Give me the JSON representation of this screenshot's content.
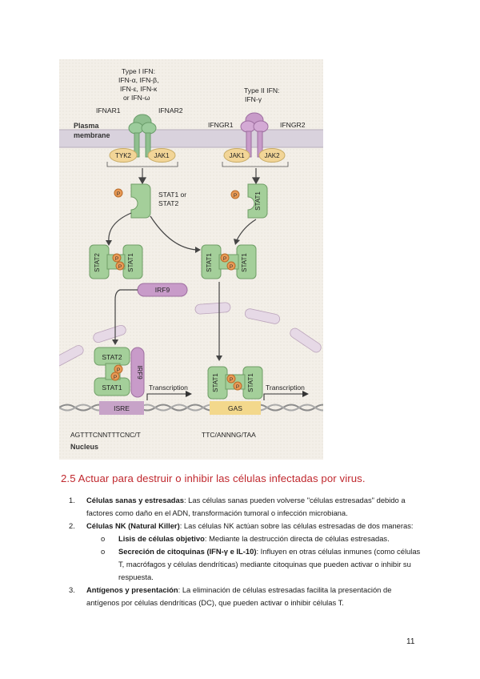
{
  "figure": {
    "type1_title": "Type I IFN:",
    "type1_line1": "IFN-α, IFN-β,",
    "type1_line2": "IFN-ε, IFN-κ",
    "type1_line3": "or IFN-ω",
    "type2_title": "Type II IFN:",
    "type2_line1": "IFN-γ",
    "ifnar1": "IFNAR1",
    "ifnar2": "IFNAR2",
    "ifngr1": "IFNGR1",
    "ifngr2": "IFNGR2",
    "plasma1": "Plasma",
    "plasma2": "membrane",
    "tyk2": "TYK2",
    "jak1_left": "JAK1",
    "jak1_right": "JAK1",
    "jak2": "JAK2",
    "stat_label1": "STAT1 or",
    "stat_label2": "STAT2",
    "stat1_right_single": "STAT1",
    "stat2_dimer": "STAT2",
    "stat1_dimer": "STAT1",
    "stat1_gas_a": "STAT1",
    "stat1_gas_b": "STAT1",
    "irf9_cyto": "IRF9",
    "stat2_nuc": "STAT2",
    "stat1_nuc": "STAT1",
    "irf9_nuc": "IRF9",
    "p": "P",
    "transcription_left": "Transcription",
    "transcription_right": "Transcription",
    "isre": "ISRE",
    "gas": "GAS",
    "isre_seq": "AGTTTCNNTTTCNC/T",
    "gas_seq": "TTC/ANNNG/TAA",
    "stat1_nucgas_a": "STAT1",
    "stat1_nucgas_b": "STAT1",
    "nucleus": "Nucleus"
  },
  "section": {
    "heading": "2.5 Actuar para destruir o inhibir las células infectadas por virus."
  },
  "list": [
    {
      "num": "1.",
      "bold": "Células sanas y estresadas",
      "text": ": Las células sanas pueden volverse \"células estresadas\" debido a factores como daño en el ADN, transformación tumoral o infección microbiana."
    },
    {
      "num": "2.",
      "bold": "Células NK (Natural Killer)",
      "text": ": Las células NK actúan sobre las células estresadas de dos maneras:"
    },
    {
      "num": "3.",
      "bold": "Antígenos y presentación",
      "text": ": La eliminación de células estresadas facilita la presentación de antígenos por células dendríticas (DC), que pueden activar o inhibir células T."
    }
  ],
  "sublist": [
    {
      "bullet": "o",
      "bold": "Lisis de células objetivo",
      "text": ": Mediante la destrucción directa de células estresadas."
    },
    {
      "bullet": "o",
      "bold": "Secreción de citoquinas (IFN-γ e IL-10)",
      "text": ": Influyen en otras células inmunes (como células T, macrófagos y células dendríticas) mediante citoquinas que pueden activar o inhibir su respuesta."
    }
  ],
  "page_number": "11"
}
